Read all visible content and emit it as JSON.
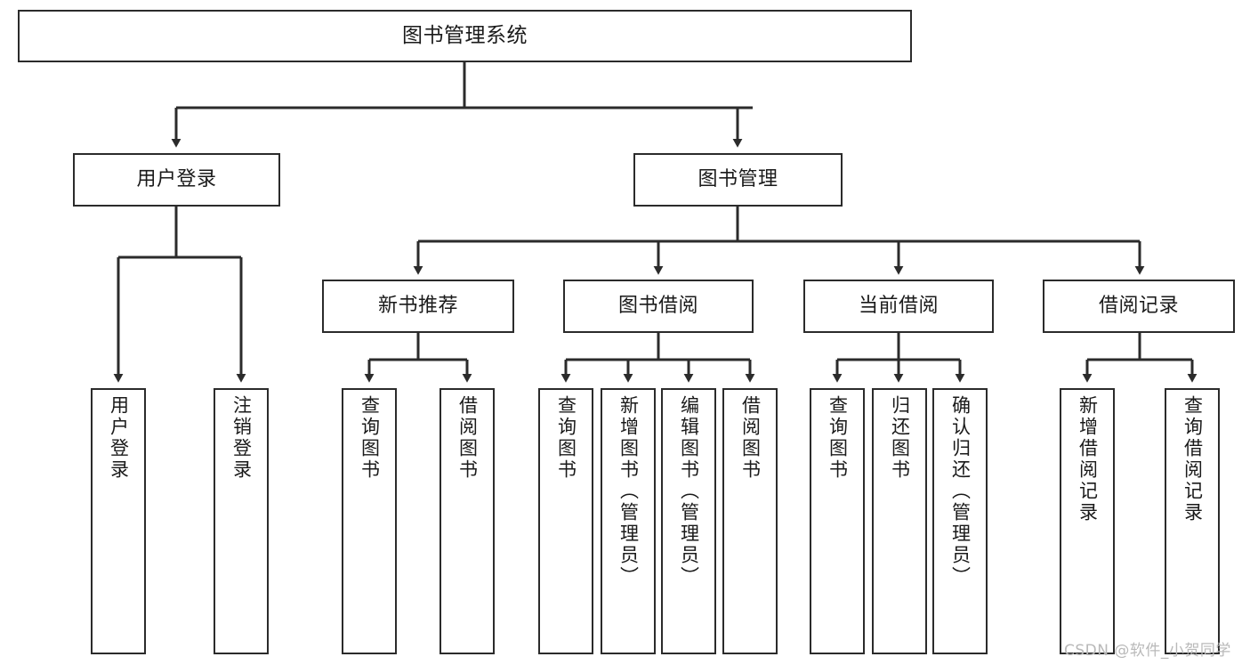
{
  "diagram": {
    "title": "图书管理系统",
    "watermark": "CSDN @软件_小贺同学",
    "colors": {
      "border": "#2b2b2b",
      "background": "#ffffff",
      "text": "#1a1a1a",
      "connector": "#2b2b2b",
      "watermark": "#b9b9b9"
    },
    "nodes": {
      "root": "图书管理系统",
      "user_login": "用户登录",
      "book_manage": "图书管理",
      "new_book_rec": "新书推荐",
      "book_borrow": "图书借阅",
      "current_borrow": "当前借阅",
      "borrow_record": "借阅记录",
      "leaf_user_login": "用户登录",
      "leaf_logout": "注销登录",
      "leaf_query_book_1": "查询图书",
      "leaf_borrow_book_1": "借阅图书",
      "leaf_query_book_2": "查询图书",
      "leaf_add_book": "新增图书（管理员）",
      "leaf_edit_book": "编辑图书（管理员）",
      "leaf_borrow_book_2": "借阅图书",
      "leaf_query_book_3": "查询图书",
      "leaf_return_book": "归还图书",
      "leaf_confirm_return": "确认归还（管理员）",
      "leaf_add_record": "新增借阅记录",
      "leaf_query_record": "查询借阅记录"
    }
  }
}
